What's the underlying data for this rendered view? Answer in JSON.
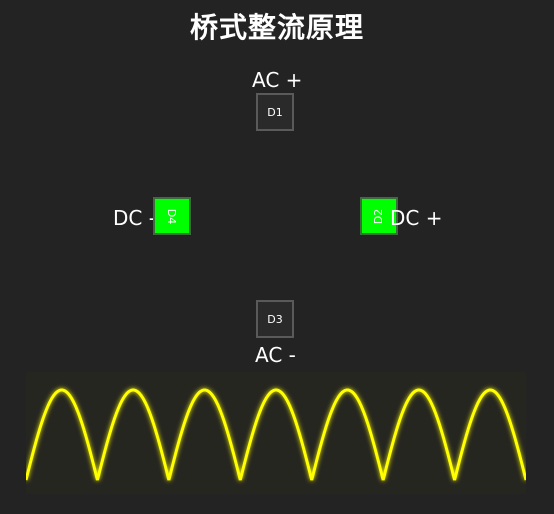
{
  "title": "桥式整流原理",
  "labels": {
    "ac_plus": "AC +",
    "ac_minus": "AC -",
    "dc_minus": "DC -",
    "dc_plus": "DC +"
  },
  "diodes": [
    {
      "id": "D1",
      "state": "off"
    },
    {
      "id": "D2",
      "state": "on"
    },
    {
      "id": "D3",
      "state": "off"
    },
    {
      "id": "D4",
      "state": "on"
    }
  ],
  "colors": {
    "background": "#232323",
    "diode_on": "#00ff00",
    "diode_off": "#2a2a2a",
    "waveform": "#ffff00"
  },
  "waveform": {
    "type": "full-wave rectified sine",
    "humps": 7
  }
}
